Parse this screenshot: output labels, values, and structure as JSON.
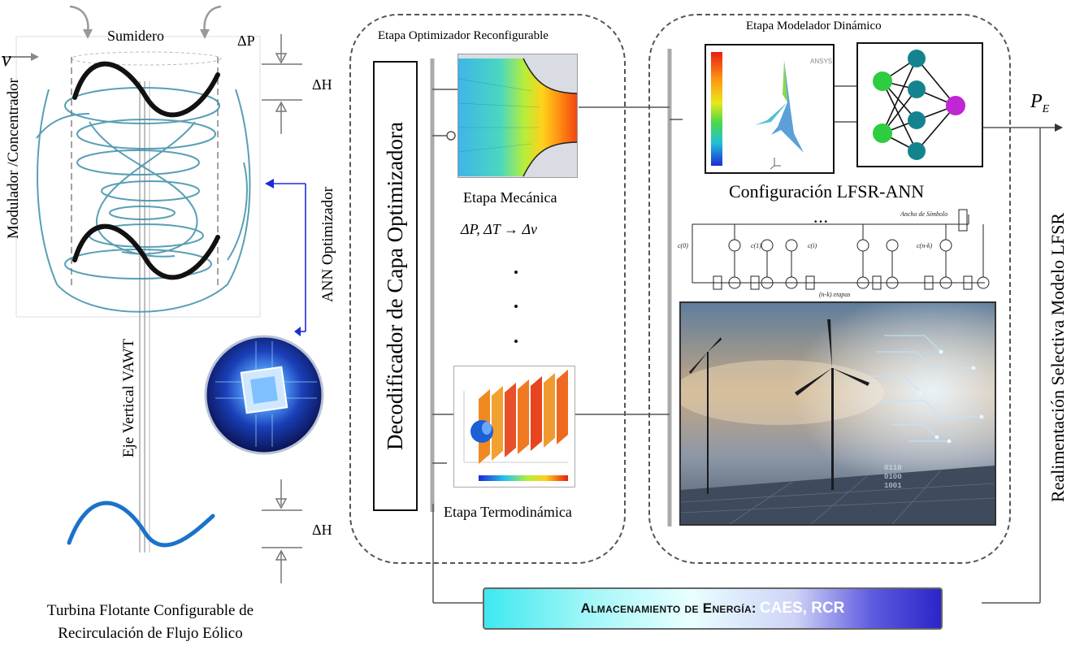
{
  "left": {
    "sink_label": "Sumidero",
    "velocity_symbol": "v",
    "delta_p": "ΔP",
    "delta_h_top": "ΔH",
    "delta_h_bottom": "ΔH",
    "modulator_label": "Modulador /Concentrador",
    "ann_optimizer_label": "ANN Optimizador",
    "vertical_axis_label": "Eje Vertical   VAWT",
    "caption_line1": "Turbina Flotante Configurable de",
    "caption_line2": "Recirculación  de Flujo Eólico"
  },
  "optimizer": {
    "title": "Etapa Optimizador Reconfigurable",
    "decoder_label": "Decodificador de Capa Optimizadora",
    "mechanical_label": "Etapa  Mecánica",
    "formula": "ΔP, ΔT → Δv",
    "thermo_label": "Etapa  Termodinámica"
  },
  "modeler": {
    "title": "Etapa Modelador Dinámico",
    "config_label": "Configuración  LFSR-ANN",
    "lfsr_dots": "• • •",
    "lfsr_symbol_width": "Ancho de Símbolo",
    "lfsr_stages": "(n-k) etapas",
    "lfsr_c0": "c(0)",
    "lfsr_c1": "c(1)",
    "lfsr_ci": "c(i)",
    "lfsr_cnk": "c(n-k)",
    "sim_logo": "ANSYS",
    "binary_lines": [
      "0110",
      "0100",
      "1001"
    ]
  },
  "output": {
    "power_symbol": "P",
    "power_subscript": "E"
  },
  "feedback_label": "Realimentación  Selectiva  Modelo  LFSR",
  "storage": {
    "prefix": "Almacenamiento de Energía: ",
    "highlight": "CAES, RCR"
  },
  "colors": {
    "sine_black": "#111111",
    "sine_blue": "#1a73c9",
    "ann_arrow": "#1f2bd6",
    "ann_input": "#2ecc40",
    "ann_hidden": "#13848f",
    "ann_output": "#c026d3"
  }
}
